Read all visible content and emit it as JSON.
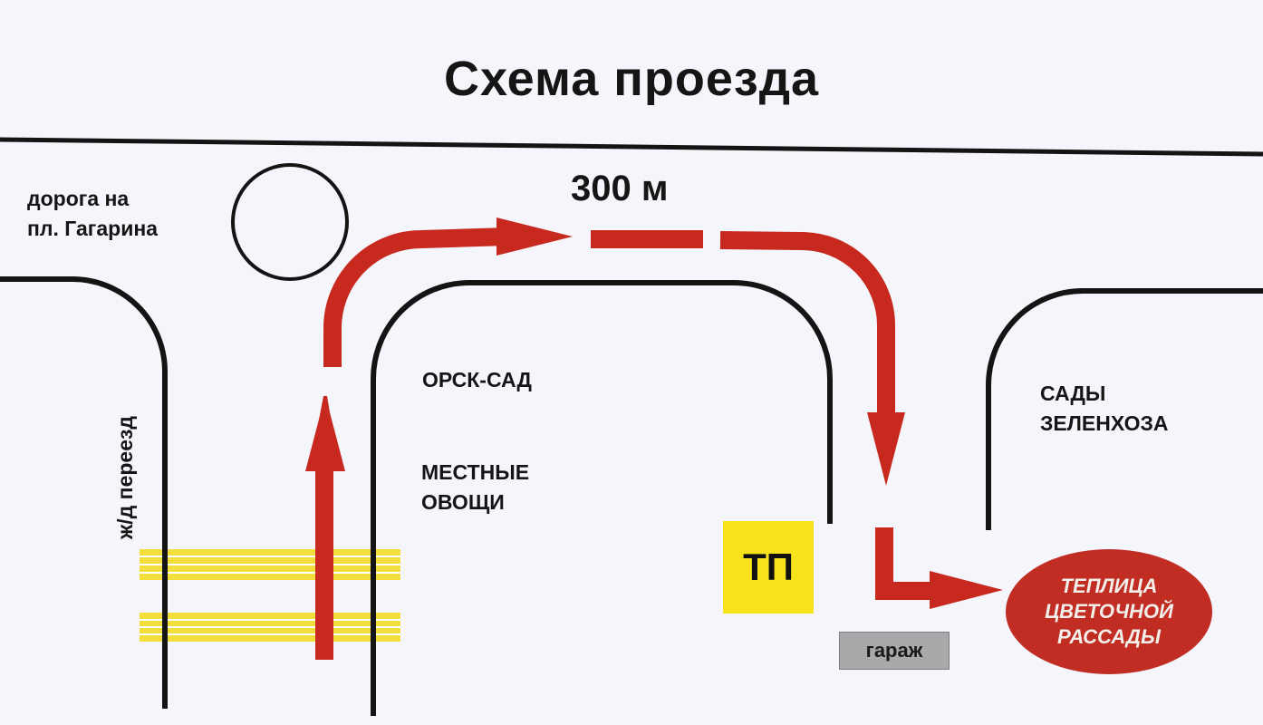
{
  "title": "Схема проезда",
  "distance": "300 м",
  "labels": {
    "road_line1": "дорога на",
    "road_line2": "пл. Гагарина",
    "orsk_sad": "ОРСК-САД",
    "local_veg_line1": "МЕСТНЫЕ",
    "local_veg_line2": "ОВОЩИ",
    "sady_line1": "САДЫ",
    "sady_line2": "ЗЕЛЕНХОЗА",
    "railway": "ж/д переезд"
  },
  "tp": "ТП",
  "garage": "гараж",
  "greenhouse": {
    "line1": "ТЕПЛИЦА",
    "line2": "ЦВЕТОЧНОЙ",
    "line3": "РАССАДЫ"
  },
  "colors": {
    "route": "#c8291f",
    "road": "#141414",
    "crossing": "#f2df3c",
    "tp_box": "#f7e21b",
    "greenhouse": "#c12d22"
  }
}
